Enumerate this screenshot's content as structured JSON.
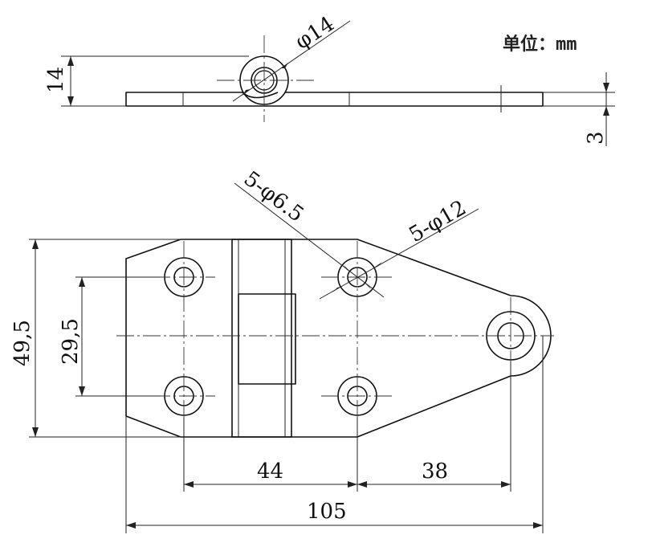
{
  "units": {
    "label": "单位：",
    "unit": "mm"
  },
  "dimensions": {
    "knuckle_diameter": "φ14",
    "knuckle_height": "14",
    "plate_thickness": "3",
    "small_holes": "5-φ6.5",
    "large_holes": "5-φ12",
    "overall_width": "49,5",
    "hole_spacing_vertical": "29,5",
    "hole_spacing_horizontal": "44",
    "end_hole_offset": "38",
    "overall_length": "105"
  }
}
